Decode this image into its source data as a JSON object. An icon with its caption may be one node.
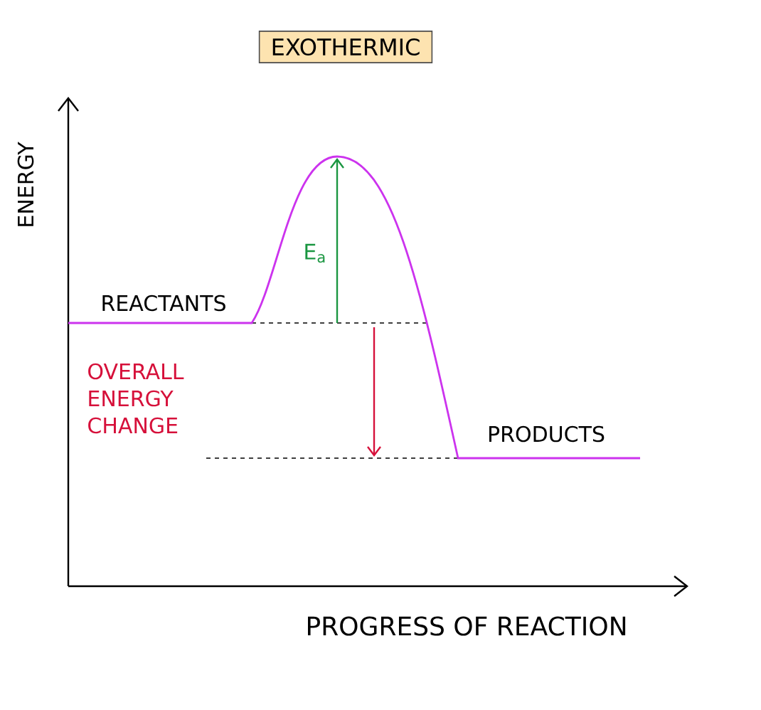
{
  "diagram": {
    "title": "EXOTHERMIC",
    "labels": [
      "ENERGY",
      "E$_{a}$",
      "REACTANTS",
      "OVERALL ENERGY CHANGE",
      "PRODUCTS",
      "PROGRESS OF REACTION"
    ]
  }
}
